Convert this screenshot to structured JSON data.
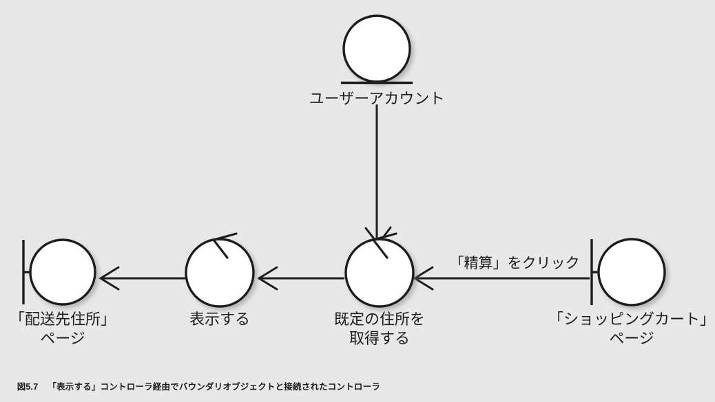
{
  "figure": {
    "background_color": "#e8e8e8",
    "stroke_color": "#1d1d1d",
    "fill_color": "#ffffff",
    "caption_number": "図5.7",
    "caption_text": "「表示する」コントローラ経由でバウンダリオブジェクトと接続されたコントローラ"
  },
  "nodes": {
    "entity_user_account": {
      "stereotype": "entity",
      "label": "ユーザーアカウント"
    },
    "boundary_shipping_address_page": {
      "stereotype": "boundary",
      "label": "「配送先住所」\nページ"
    },
    "control_display": {
      "stereotype": "control",
      "label": "表示する"
    },
    "control_get_default_address": {
      "stereotype": "control",
      "label": "既定の住所を\n取得する"
    },
    "boundary_shopping_cart_page": {
      "stereotype": "boundary",
      "label": "「ショッピングカート」\nページ"
    }
  },
  "edges": {
    "cart_to_get_address": {
      "label": "「精算」をクリック",
      "from": "boundary_shopping_cart_page",
      "to": "control_get_default_address"
    },
    "get_address_to_display": {
      "label": "",
      "from": "control_get_default_address",
      "to": "control_display"
    },
    "display_to_address_page": {
      "label": "",
      "from": "control_display",
      "to": "boundary_shipping_address_page"
    },
    "user_account_to_get_address": {
      "label": "",
      "from": "entity_user_account",
      "to": "control_get_default_address"
    }
  }
}
